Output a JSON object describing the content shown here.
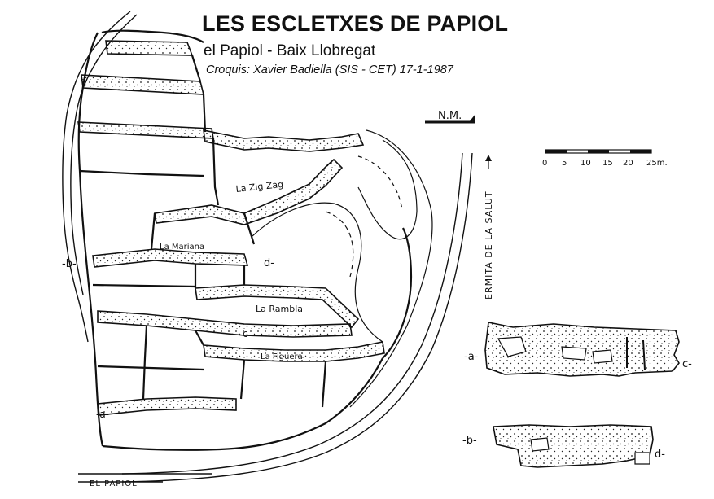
{
  "header": {
    "title": "LES ESCLETXES DE PAPIOL",
    "subtitle": "el Papiol - Baix Llobregat",
    "credit": "Croquis: Xavier Badiella (SIS - CET)  17-1-1987"
  },
  "north": {
    "label": "N.M."
  },
  "scale": {
    "ticks": [
      "0",
      "5",
      "10",
      "15",
      "20",
      "25m."
    ]
  },
  "map_labels": {
    "zig_zag": "La Zig Zag",
    "mariana": "La Mariana",
    "rambla": "La Rambla",
    "figuera": "La Figuera",
    "section_c_center": "c",
    "section_a_left": "-a-",
    "section_b_left": "-b-",
    "section_d_center": "d-"
  },
  "roads": {
    "ermita": "ERMITA DE LA SALUT",
    "papiol": "EL PAPIOL"
  },
  "sections": {
    "a_start": "-a-",
    "c_end": "c-",
    "b_start": "-b-",
    "d_end": "d-"
  },
  "colors": {
    "ink": "#111111",
    "paper": "#ffffff"
  }
}
